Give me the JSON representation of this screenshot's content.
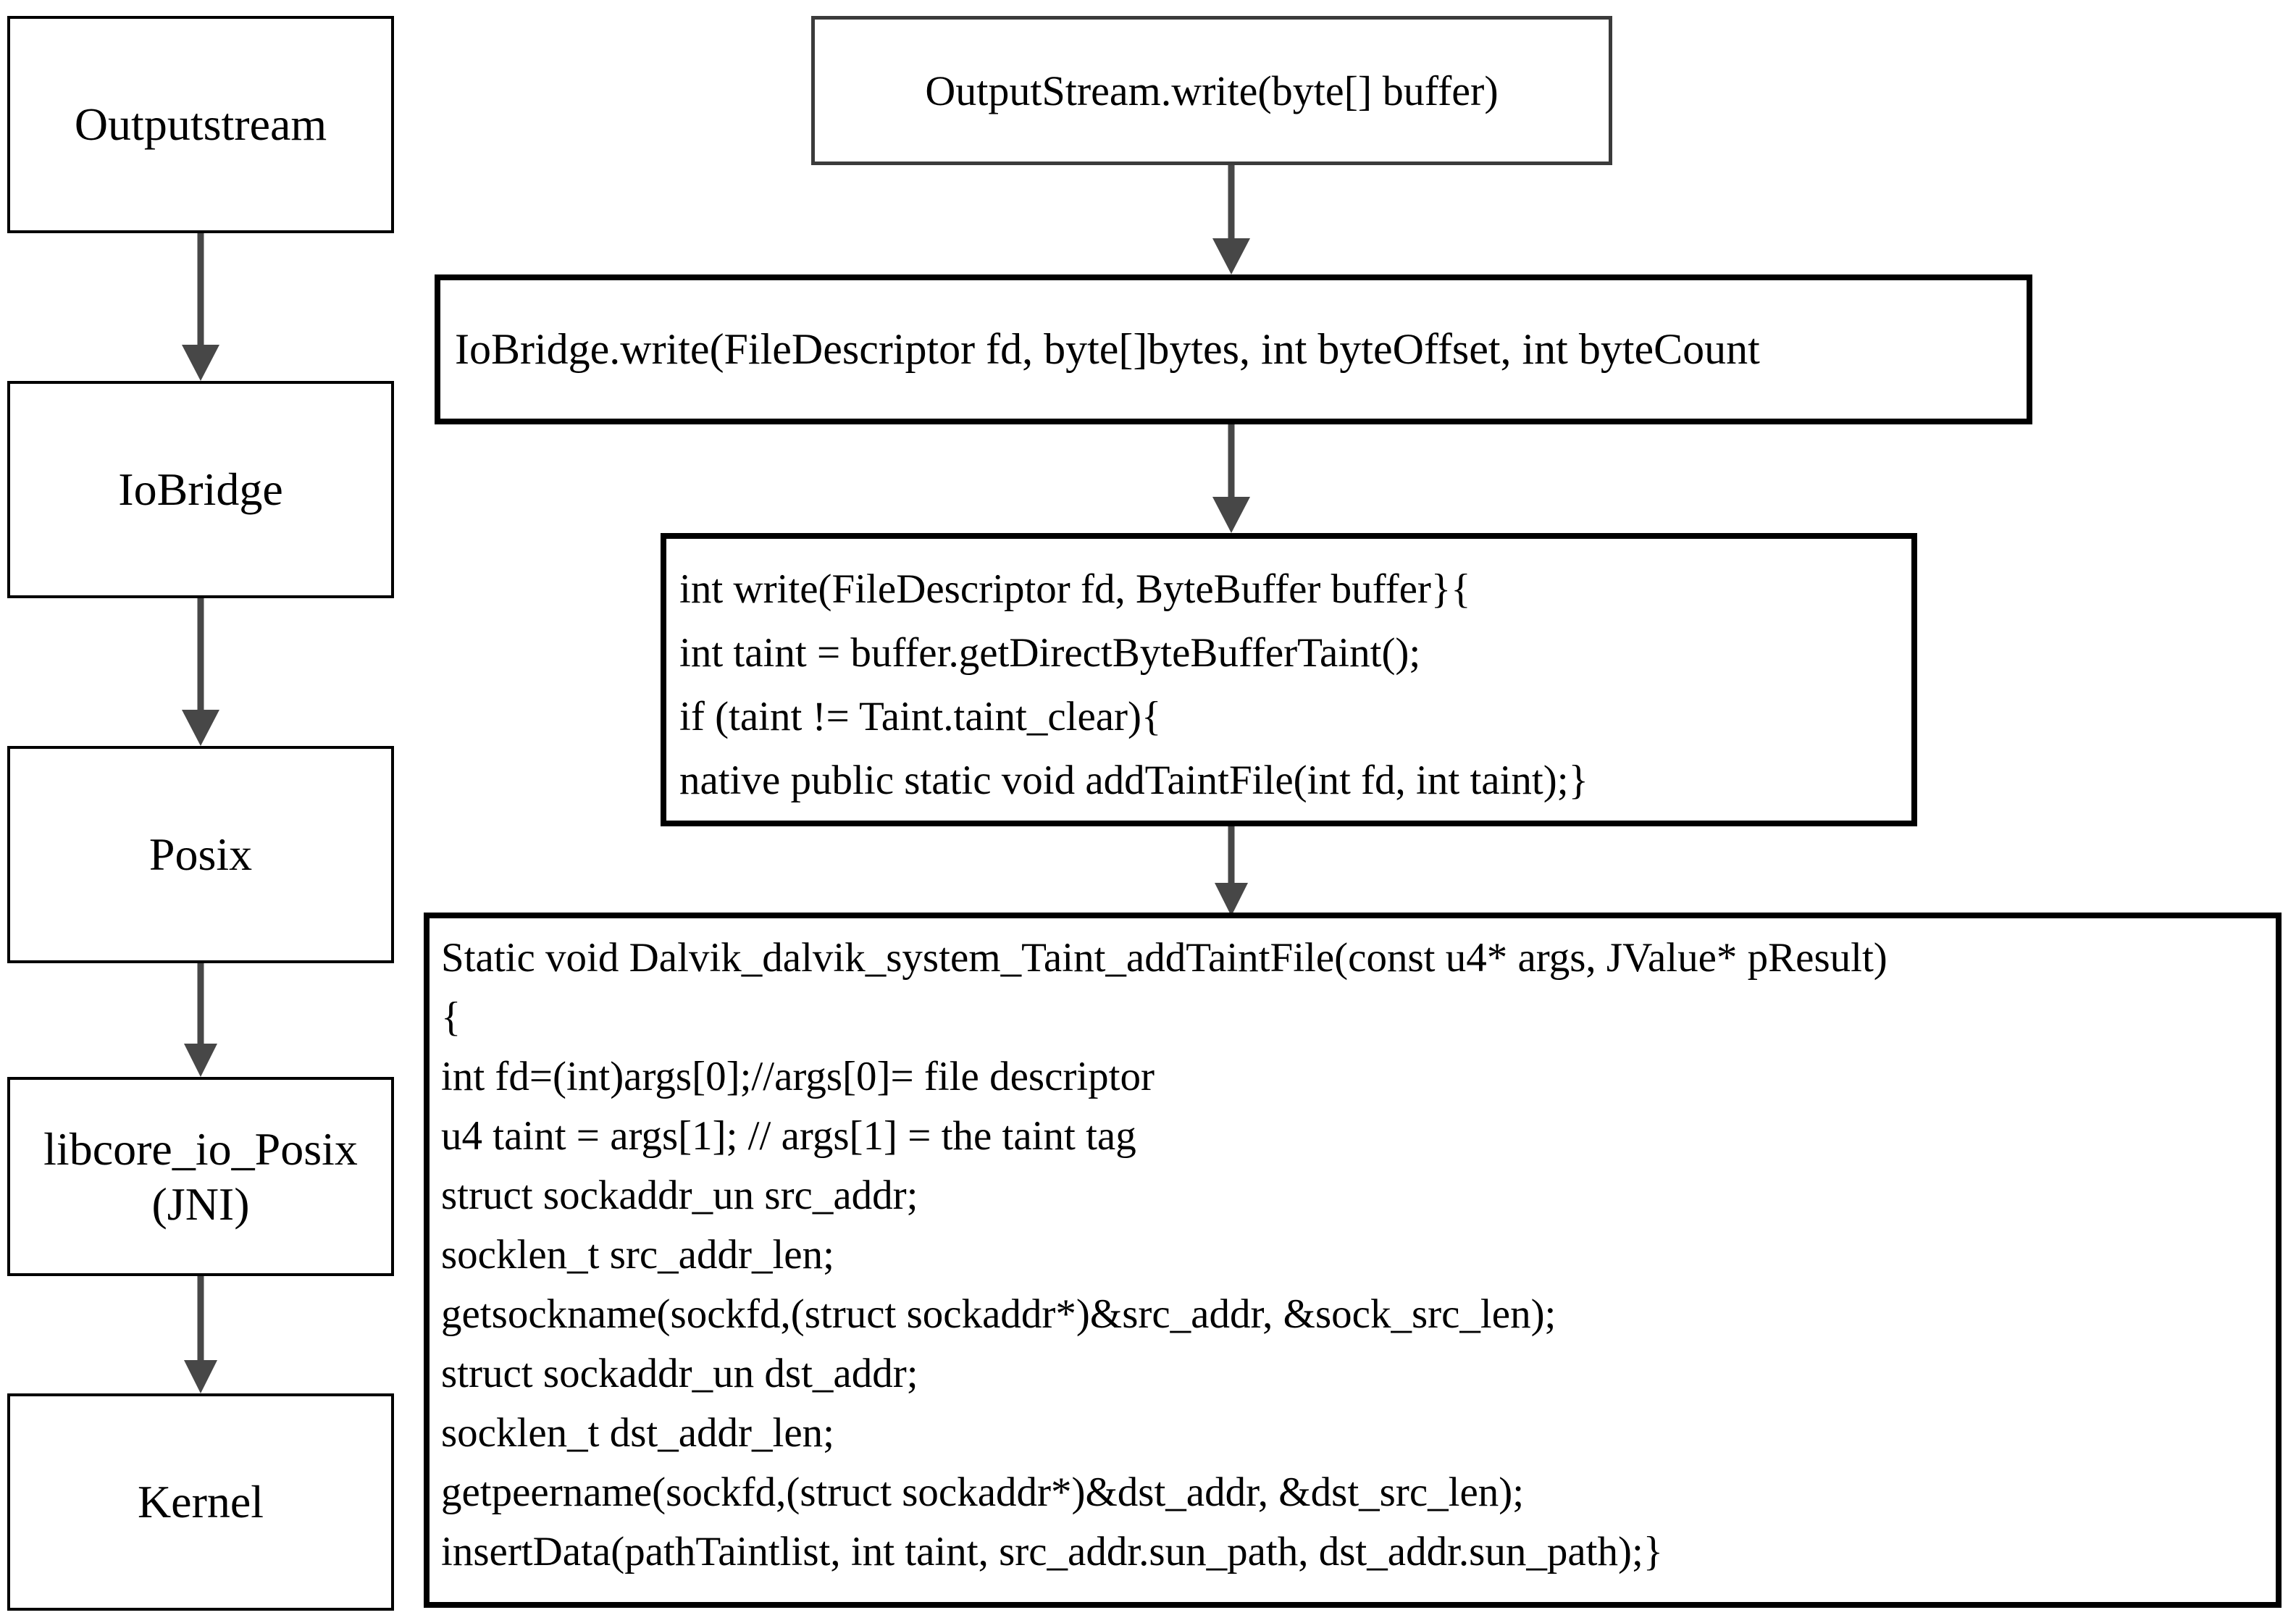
{
  "diagram": {
    "left_column": {
      "boxes": [
        {
          "label": "Outputstream"
        },
        {
          "label": "IoBridge"
        },
        {
          "label": "Posix"
        },
        {
          "label": "libcore_io_Posix",
          "label2": "(JNI)"
        },
        {
          "label": "Kernel"
        }
      ]
    },
    "right_column": {
      "call1": "OutputStream.write(byte[] buffer)",
      "call2": "IoBridge.write(FileDescriptor fd, byte[]bytes, int byteOffset, int byteCount",
      "code1_lines": [
        "int write(FileDescriptor fd, ByteBuffer buffer}{",
        "int taint = buffer.getDirectByteBufferTaint();",
        "if (taint != Taint.taint_clear){",
        "native public static void addTaintFile(int fd, int taint);}"
      ],
      "code2_lines": [
        "Static void Dalvik_dalvik_system_Taint_addTaintFile(const u4* args, JValue* pResult)",
        "{",
        "int fd=(int)args[0];//args[0]= file descriptor",
        "u4 taint = args[1]; // args[1] = the taint tag",
        "struct sockaddr_un src_addr;",
        "socklen_t src_addr_len;",
        "getsockname(sockfd,(struct sockaddr*)&src_addr, &sock_src_len);",
        "struct sockaddr_un dst_addr;",
        "socklen_t dst_addr_len;",
        "getpeername(sockfd,(struct sockaddr*)&dst_addr, &dst_src_len);",
        "insertData(pathTaintlist, int taint, src_addr.sun_path, dst_addr.sun_path);}"
      ]
    },
    "colors": {
      "background": "#ffffff",
      "text": "#000000",
      "box_border": "#000000",
      "call1_border": "#3b3b3b",
      "arrow": "#474747"
    }
  }
}
